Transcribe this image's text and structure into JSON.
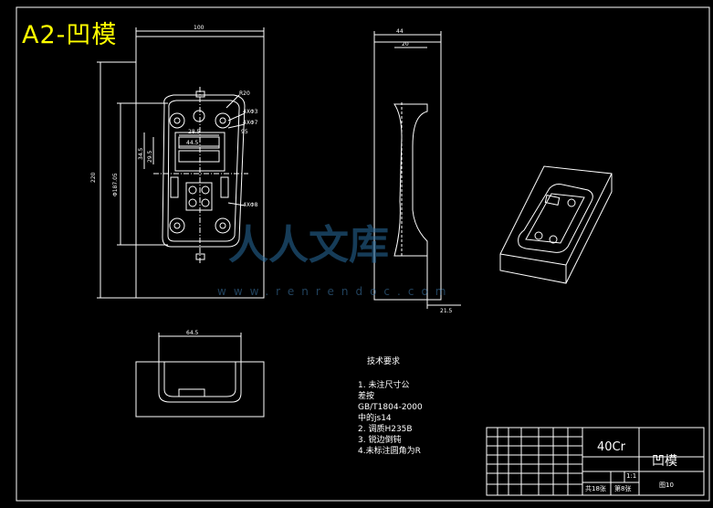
{
  "sheet": {
    "title": "A2-凹模",
    "colors": {
      "background": "#000000",
      "lines": "#ffffff",
      "title": "#ffff00",
      "watermark": "#2a6ea0"
    }
  },
  "dimensions": {
    "width_top": "100",
    "height_left": "220",
    "height_inner": "Φ187.05",
    "dim_28_5": "28.5",
    "dim_44_5": "44.5",
    "dim_34_5": "34.5",
    "dim_29_5": "29.5",
    "hole_4x_a": "4XΦ3",
    "hole_4x_b": "4XΦ7",
    "dim_95": "95",
    "dim_r20": "R20",
    "hole_4x_c": "4XΦ8",
    "side_44": "44",
    "side_20": "20",
    "side_bottom_21": "21.5",
    "bottom_64": "64.5"
  },
  "notes": {
    "heading": "技术要求",
    "items": [
      "1. 未注尺寸公",
      "差按",
      "GB/T1804-2000",
      "中的js14",
      "2. 调质H235B",
      "3. 锐边倒钝",
      "4.未标注圆角为R"
    ]
  },
  "title_block": {
    "material": "40Cr",
    "part_name": "凹模",
    "scale": "1:1",
    "sheet_total": "共18张",
    "sheet_no": "第8张",
    "drawing_no": "图10"
  },
  "watermark": {
    "text": "人人文库",
    "url": "www.renrendoc.com"
  }
}
